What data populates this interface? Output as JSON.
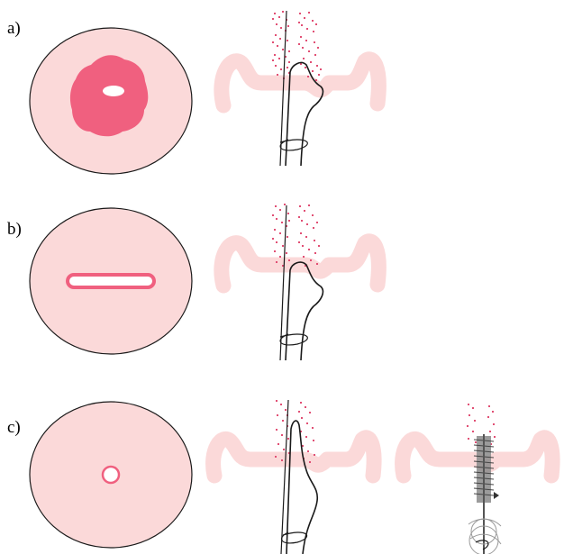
{
  "panels": [
    {
      "label": "a)"
    },
    {
      "label": "b)"
    },
    {
      "label": "c)"
    }
  ],
  "colors": {
    "disc_fill": "#fbd9d9",
    "lesion": "#f0607f",
    "speckle": "#e14f74",
    "outline": "#1a1a1a",
    "brush": "#777777"
  },
  "icons": {
    "speculum_view": "disc-icon",
    "side_view": "cross-section-icon",
    "cytobrush": "brush-icon"
  }
}
